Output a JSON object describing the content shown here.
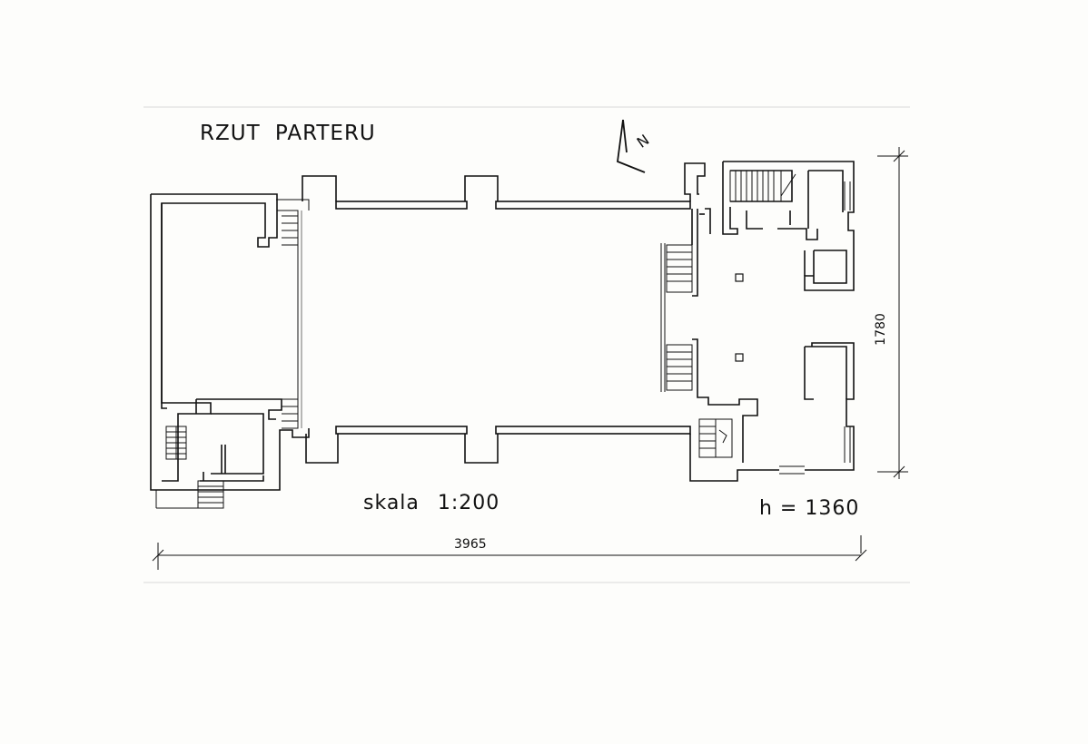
{
  "drawing": {
    "title": "RZUT PARTERU",
    "scale_label": "skala 1:200",
    "height_label": "h = 1360",
    "width_dimension": "3965",
    "depth_dimension": "1780",
    "north_letter": "N"
  },
  "colors": {
    "paper": "#fdfdfb",
    "ink": "#111111"
  }
}
